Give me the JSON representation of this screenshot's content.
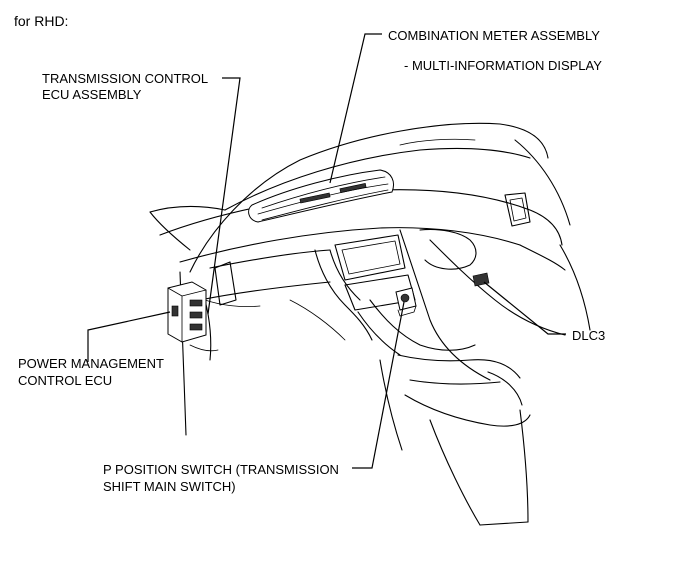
{
  "header": "for RHD:",
  "labels": {
    "combination_meter": "COMBINATION METER ASSEMBLY",
    "multi_info_display": "- MULTI-INFORMATION DISPLAY",
    "transmission_ecu_line1": "TRANSMISSION CONTROL",
    "transmission_ecu_line2": "ECU ASSEMBLY",
    "power_mgmt_line1": "POWER MANAGEMENT",
    "power_mgmt_line2": "CONTROL ECU",
    "dlc3": "DLC3",
    "p_switch_line1": "P POSITION SWITCH (TRANSMISSION",
    "p_switch_line2": "SHIFT MAIN SWITCH)"
  }
}
